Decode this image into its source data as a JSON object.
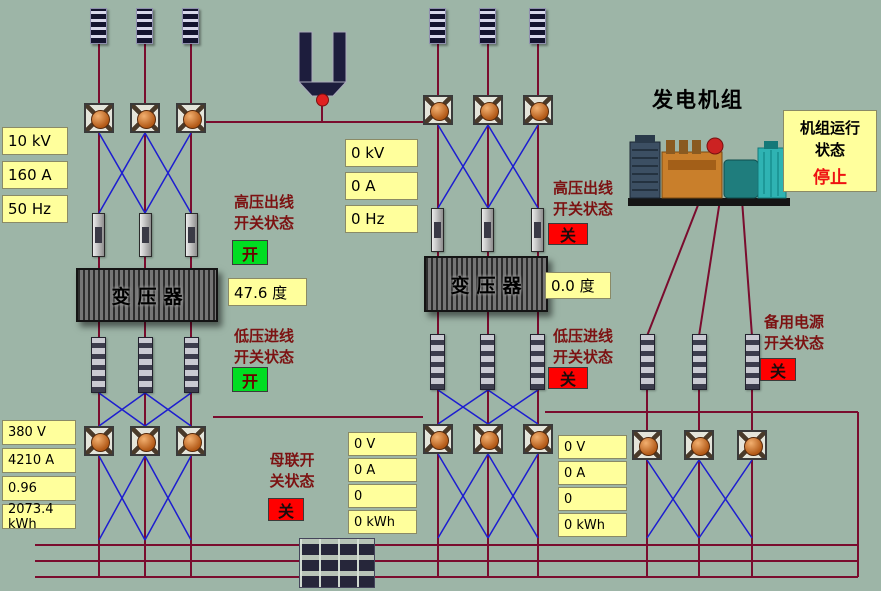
{
  "colors": {
    "background": "#9db5a7",
    "bus_line": "#7a0c2e",
    "control_wire": "#1d1dd0",
    "panel_yellow": "#ffff9c",
    "state_open": "#00dd22",
    "state_closed": "#ff0000",
    "stop_red": "#ee1111"
  },
  "left_feeder": {
    "voltage": "10 kV",
    "current": "160 A",
    "frequency": "50 Hz",
    "hv_switch_label1": "高压出线",
    "hv_switch_label2": "开关状态",
    "hv_switch_state": "开",
    "hv_switch_state_color": "#00dd22",
    "transformer_label": "变压器",
    "transformer_temp": "47.6 度",
    "lv_switch_label1": "低压进线",
    "lv_switch_label2": "开关状态",
    "lv_switch_state": "开",
    "lv_switch_state_color": "#00dd22",
    "lv_voltage": "380 V",
    "lv_current": "4210 A",
    "power_factor": "0.96",
    "energy": "2073.4 kWh"
  },
  "center_feeder": {
    "voltage": "0 kV",
    "current": "0 A",
    "frequency": "0 Hz",
    "hv_switch_label1": "高压出线",
    "hv_switch_label2": "开关状态",
    "hv_switch_state": "关",
    "hv_switch_state_color": "#ff0000",
    "transformer_label": "变压器",
    "transformer_temp": "0.0 度",
    "lv_switch_label1": "低压进线",
    "lv_switch_label2": "开关状态",
    "lv_switch_state": "关",
    "lv_switch_state_color": "#ff0000",
    "meters_a": {
      "voltage": "0 V",
      "current": "0 A",
      "power_factor": "0",
      "energy": "0 kWh"
    },
    "meters_b": {
      "voltage": "0 V",
      "current": "0 A",
      "power_factor": "0",
      "energy": "0 kWh"
    }
  },
  "bus_tie": {
    "label1": "母联开",
    "label2": "关状态",
    "state": "关",
    "state_color": "#ff0000"
  },
  "generator": {
    "title": "发电机组",
    "run_status_label1": "机组运行",
    "run_status_label2": "状态",
    "run_status_value": "停止",
    "run_status_color": "#ee1111",
    "backup_label1": "备用电源",
    "backup_label2": "开关状态",
    "backup_state": "关",
    "backup_state_color": "#ff0000"
  }
}
